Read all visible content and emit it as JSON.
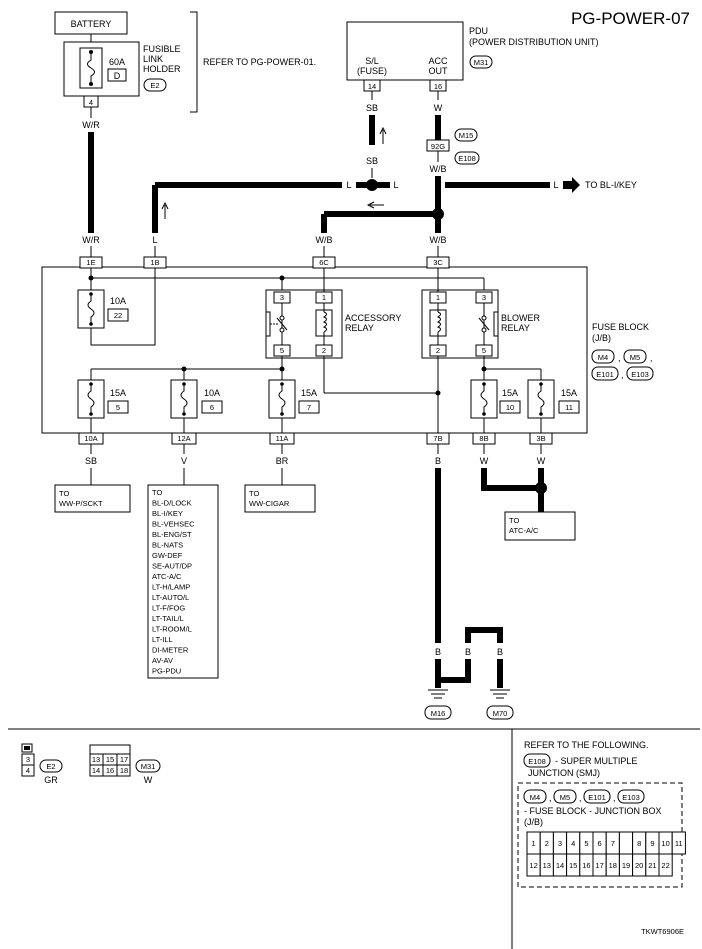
{
  "title": "PG-POWER-07",
  "battery": "BATTERY",
  "fusible_link": {
    "amp": "60A",
    "id": "D",
    "label1": "FUSIBLE",
    "label2": "LINK",
    "label3": "HOLDER",
    "conn": "E2",
    "pin": "4",
    "wire": "W/R"
  },
  "refer_pg": "REFER TO PG-POWER-01.",
  "pdu": {
    "title1": "PDU",
    "title2": "(POWER DISTRIBUTION UNIT)",
    "conn": "M31",
    "sl_label1": "S/L",
    "sl_label2": "(FUSE)",
    "acc_label1": "ACC",
    "acc_label2": "OUT",
    "sl_pin": "14",
    "acc_pin": "16"
  },
  "wires": {
    "sb": "SB",
    "w": "W",
    "l": "L",
    "wb": "W/B",
    "wr": "W/R",
    "b": "B",
    "v": "V",
    "br": "BR"
  },
  "joint": {
    "pin": "92G",
    "conn_a": "M15",
    "conn_b": "E108"
  },
  "to_bl_ikey": "TO BL-I/KEY",
  "fuse_block": {
    "label1": "FUSE BLOCK",
    "label2": "(J/B)",
    "conns": [
      "M4",
      "M5",
      "E101",
      "E103"
    ],
    "pins_top": [
      "1E",
      "1B",
      "6C",
      "3C"
    ],
    "pins_bottom": [
      "10A",
      "12A",
      "11A",
      "7B",
      "8B",
      "3B"
    ],
    "fuse22": {
      "amp": "10A",
      "num": "22"
    },
    "fuses": [
      {
        "amp": "15A",
        "num": "5"
      },
      {
        "amp": "10A",
        "num": "6"
      },
      {
        "amp": "15A",
        "num": "7"
      },
      {
        "amp": "15A",
        "num": "10"
      },
      {
        "amp": "15A",
        "num": "11"
      }
    ],
    "acc_relay": {
      "label1": "ACCESSORY",
      "label2": "RELAY",
      "pins": [
        "3",
        "1",
        "5",
        "2"
      ]
    },
    "blower_relay": {
      "label1": "BLOWER",
      "label2": "RELAY",
      "pins": [
        "1",
        "3",
        "2",
        "5"
      ]
    }
  },
  "destinations": {
    "ww_psckt": [
      "TO",
      "WW-P/SCKT"
    ],
    "ww_cigar": [
      "TO",
      "WW-CIGAR"
    ],
    "atc_ac": [
      "TO",
      "ATC-A/C"
    ],
    "list": [
      "TO",
      "BL-D/LOCK",
      "BL-I/KEY",
      "BL-VEHSEC",
      "BL-ENG/ST",
      "BL-NATS",
      "GW-DEF",
      "SE-AUT/DP",
      "ATC-A/C",
      "LT-H/LAMP",
      "LT-AUTO/L",
      "LT-F/FOG",
      "LT-TAIL/L",
      "LT-ROOM/L",
      "LT-ILL",
      "DI-METER",
      "AV-AV",
      "PG-PDU"
    ]
  },
  "grounds": [
    "M16",
    "M70"
  ],
  "legend": {
    "e2_pins": [
      "3",
      "4"
    ],
    "e2_conn": "E2",
    "e2_color": "GR",
    "m31_pins": [
      "13",
      "15",
      "17",
      "14",
      "16",
      "18"
    ],
    "m31_conn": "M31",
    "m31_color": "W"
  },
  "refer_box": {
    "header": "REFER TO THE FOLLOWING.",
    "smj_conn": "E108",
    "smj_text1": "- SUPER MULTIPLE",
    "smj_text2": "JUNCTION (SMJ)",
    "fb_conns": [
      "M4",
      "M5",
      "E101",
      "E103"
    ],
    "fb_text1": "- FUSE BLOCK - JUNCTION BOX",
    "fb_text2": "(J/B)",
    "grid_row1": [
      "1",
      "2",
      "3",
      "4",
      "5",
      "6",
      "7",
      "",
      "8",
      "9",
      "10",
      "11"
    ],
    "grid_row2": [
      "12",
      "13",
      "14",
      "15",
      "16",
      "17",
      "18",
      "19",
      "20",
      "21",
      "22"
    ]
  },
  "footer_code": "TKWT6906E"
}
